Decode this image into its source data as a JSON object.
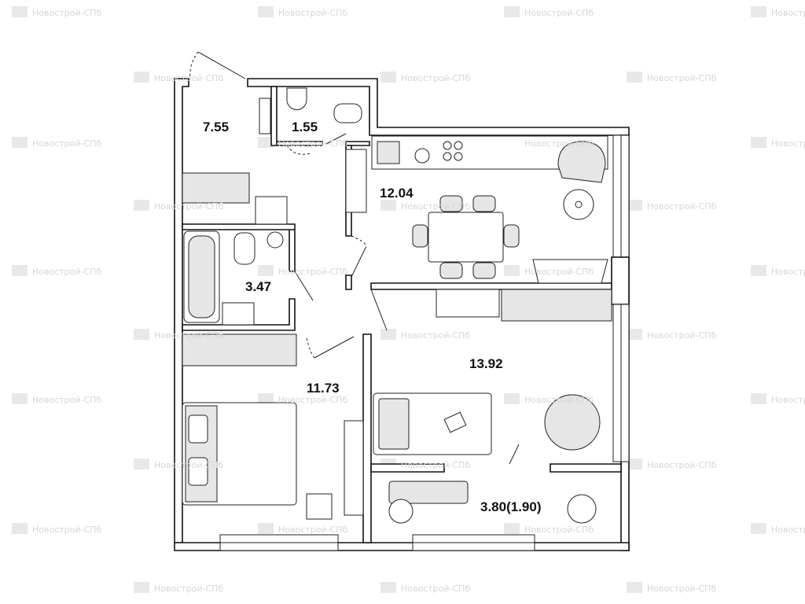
{
  "watermark": "Новострой-СПб",
  "rooms": {
    "hall": "7.55",
    "wc": "1.55",
    "kitchen": "12.04",
    "bathroom": "3.47",
    "bedroom": "11.73",
    "living_room": "13.92",
    "balcony": "3.80(1.90)"
  },
  "colors": {
    "wall": "#111111",
    "furniture_fill": "#e6e6e6",
    "watermark": "#e2e2e2"
  }
}
